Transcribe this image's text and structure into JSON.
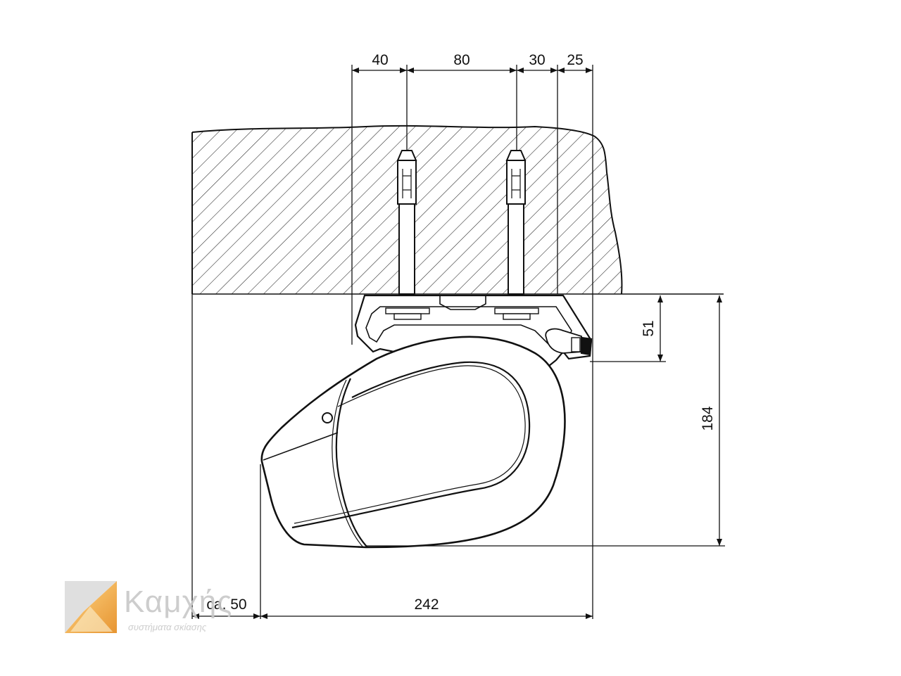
{
  "dimensions": {
    "top": [
      "40",
      "80",
      "30",
      "25"
    ],
    "height_bracket": "51",
    "height_total": "184",
    "projection_front": "ca. 50",
    "width_total": "242"
  },
  "logo": {
    "name": "Καμχής",
    "tagline": "συστήματα σκίασης"
  },
  "colors": {
    "line": "#111111",
    "logo_grey": "#c8c8c8",
    "logo_orange": "#f2a43a"
  }
}
